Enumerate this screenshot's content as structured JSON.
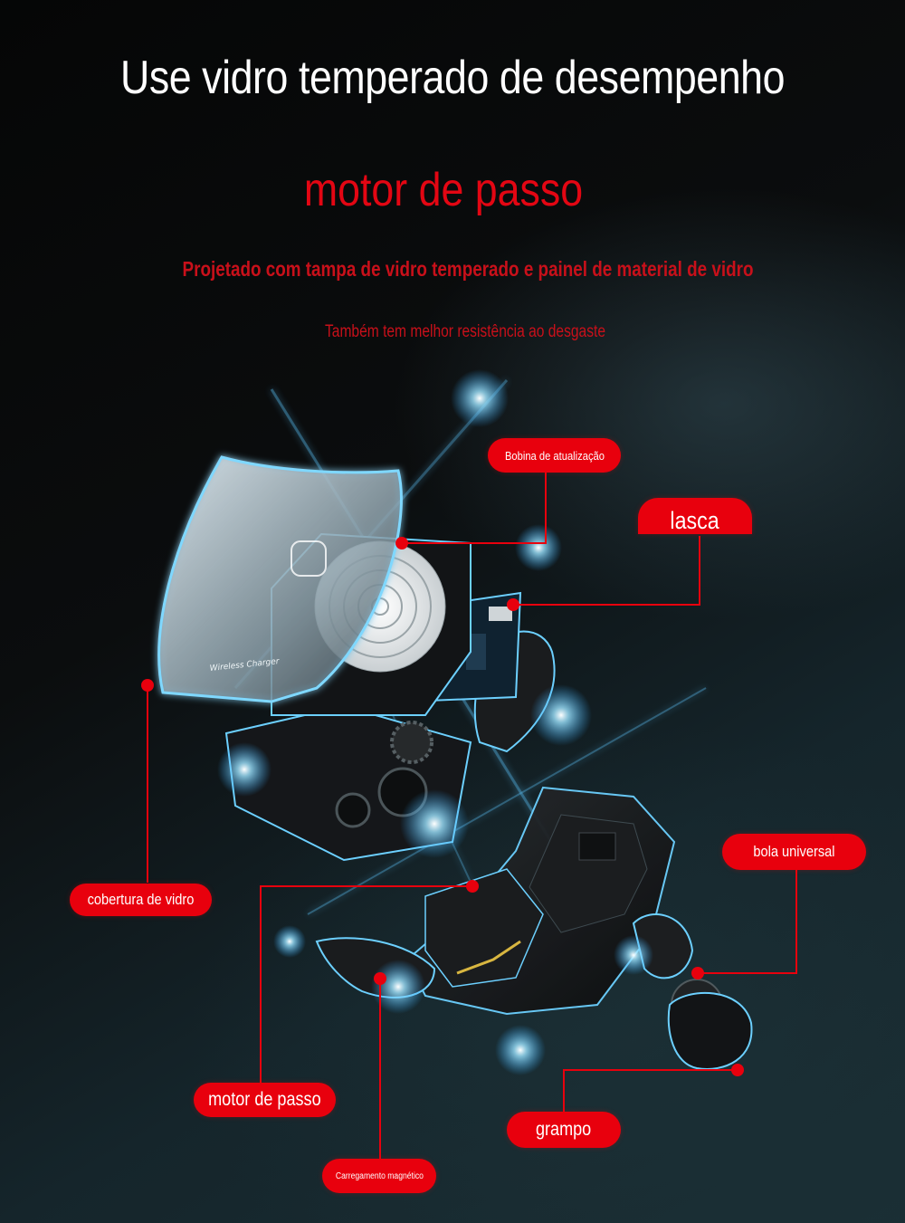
{
  "header": {
    "title": "Use vidro temperado de desempenho",
    "subtitle": "motor de passo",
    "description_line1": "Projetado com tampa de vidro temperado e painel de material de vidro",
    "description_line2": "Também tem melhor resistência ao desgaste"
  },
  "device": {
    "glass_cover_text": "Wireless Charger"
  },
  "callouts": {
    "coil": "Bobina de atualização",
    "chip": "lasca",
    "glass_cover": "cobertura de vidro",
    "universal_ball": "bola universal",
    "stepper_motor": "motor de passo",
    "clamp": "grampo",
    "magnetic_charging": "Carregamento magnético"
  },
  "colors": {
    "accent_red": "#e8000d",
    "title_white": "#ffffff",
    "glow_blue": "#5fc8ff"
  }
}
